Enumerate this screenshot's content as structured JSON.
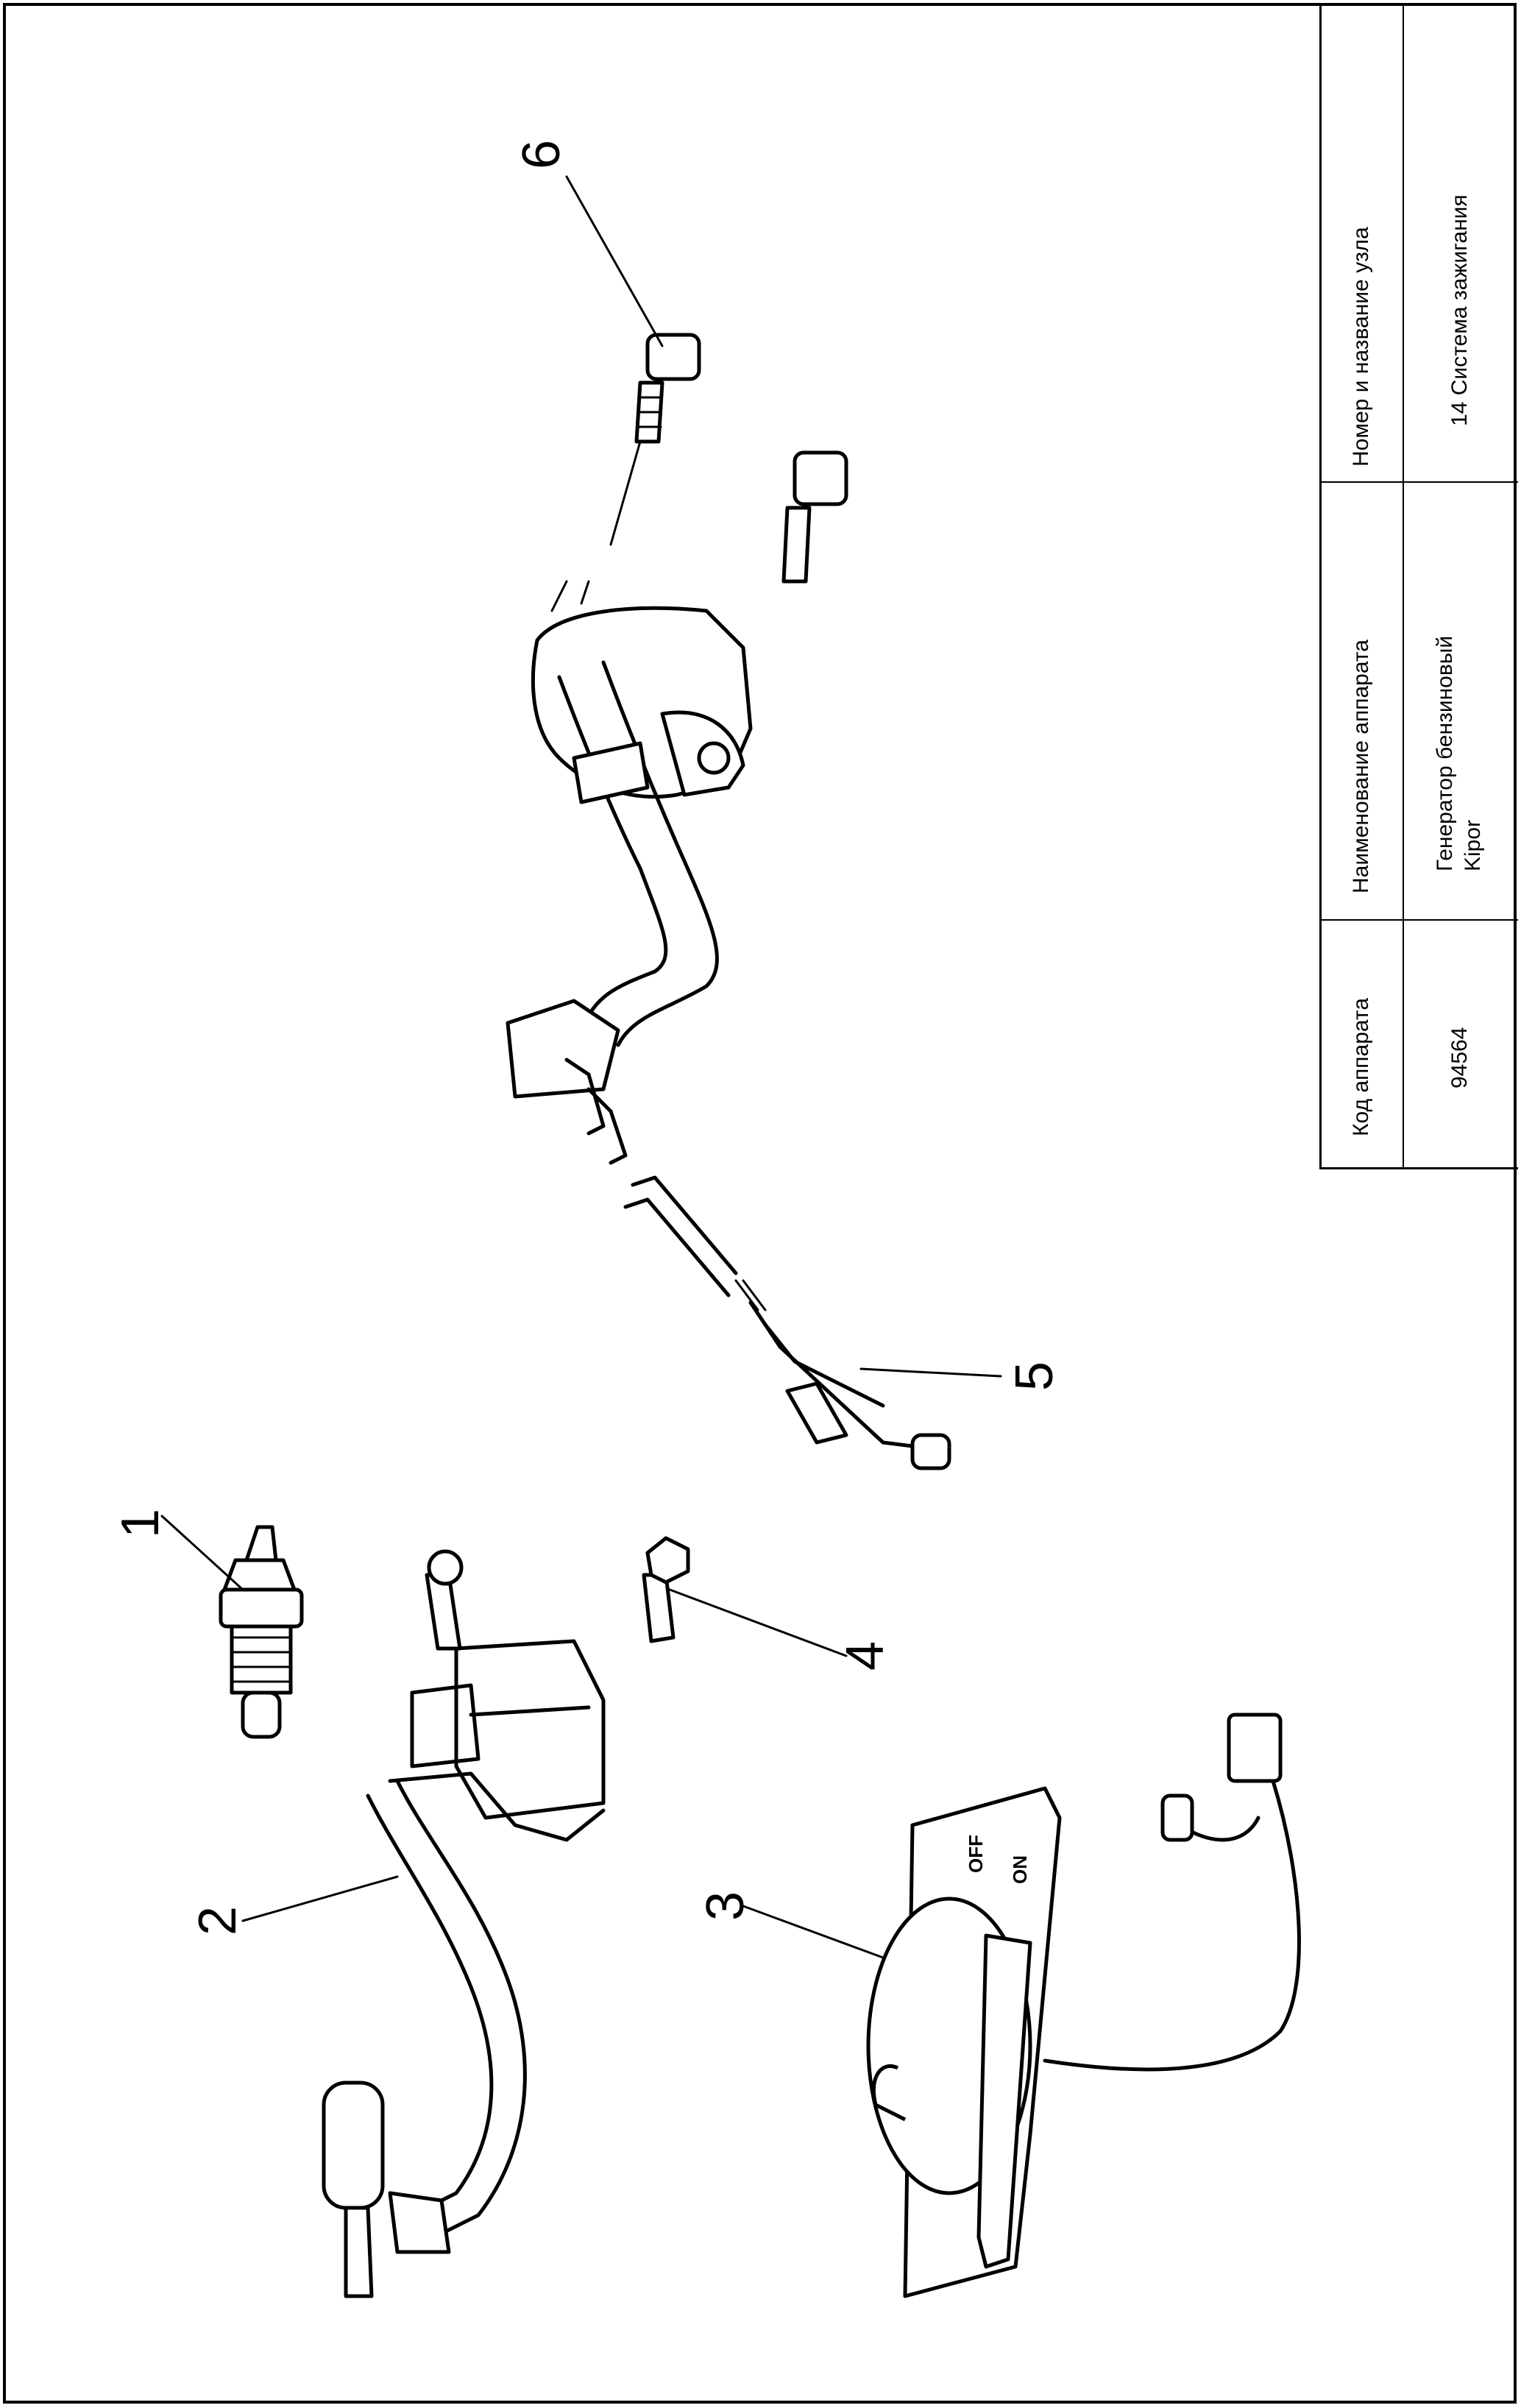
{
  "title_block": {
    "headers": {
      "code": "Код аппарата",
      "device_name": "Наименование аппарата",
      "unit_name": "Номер и название узла"
    },
    "values": {
      "code": "94564",
      "device_name_line1": "Генератор бензиновый",
      "device_name_line2": "Kipor",
      "unit_name": "14 Система зажигания"
    }
  },
  "callouts": [
    "1",
    "2",
    "3",
    "4",
    "5",
    "6"
  ],
  "switch_labels": {
    "off": "OFF",
    "on": "ON"
  }
}
